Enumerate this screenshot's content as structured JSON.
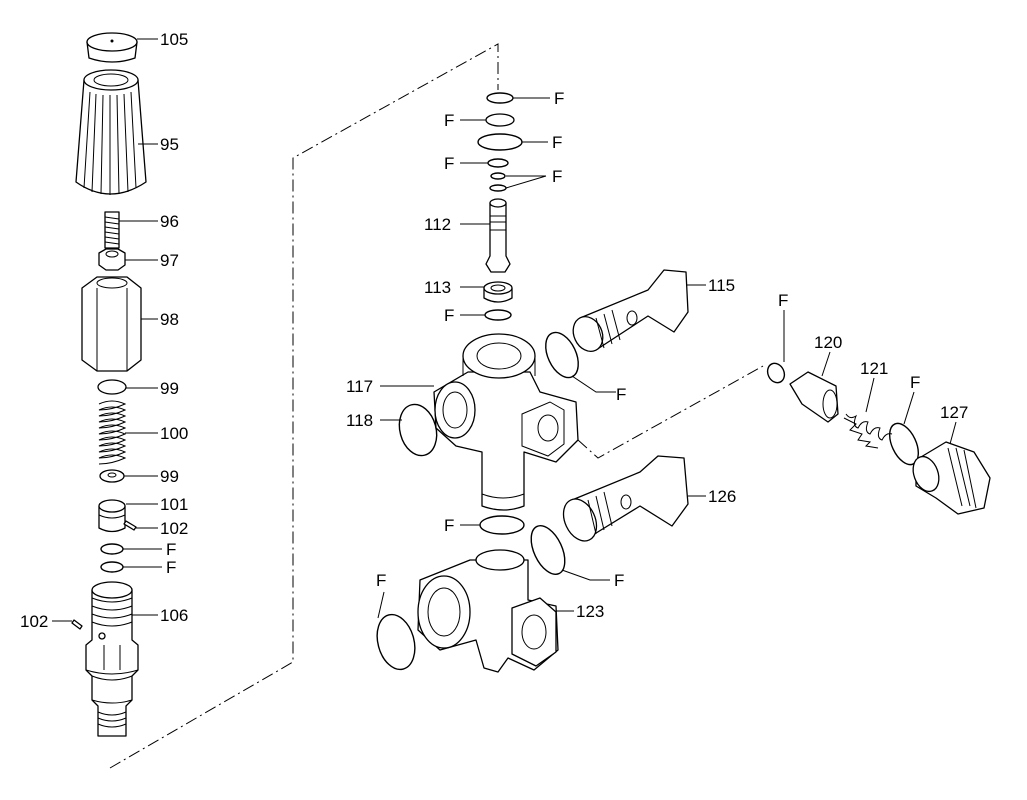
{
  "callouts": {
    "c105": "105",
    "c95": "95",
    "c96": "96",
    "c97": "97",
    "c98": "98",
    "c99a": "99",
    "c100": "100",
    "c99b": "99",
    "c101": "101",
    "c102a": "102",
    "cFa": "F",
    "cFb": "F",
    "c102b": "102",
    "c106": "106",
    "cF1": "F",
    "cF2": "F",
    "cF3": "F",
    "cF4": "F",
    "cF5": "F",
    "c112": "112",
    "c113": "113",
    "cF6": "F",
    "c115": "115",
    "cF7": "F",
    "c117": "117",
    "c118": "118",
    "cF8": "F",
    "c120": "120",
    "c121": "121",
    "cF9": "F",
    "c127": "127",
    "c126": "126",
    "cF10": "F",
    "cF11": "F",
    "cF12": "F",
    "c123": "123"
  }
}
